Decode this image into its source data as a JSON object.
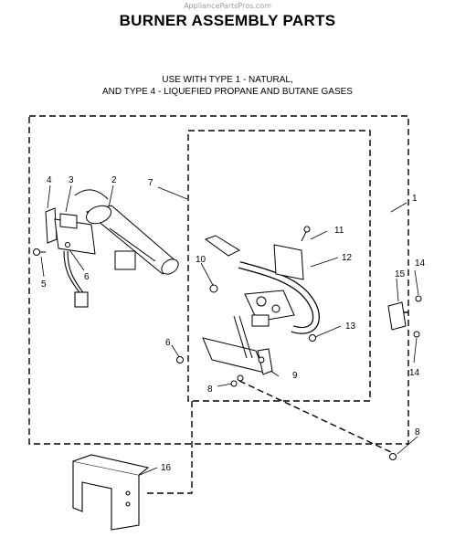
{
  "watermark": "AppliancePartsPros.com",
  "title": "BURNER ASSEMBLY PARTS",
  "subtitle_line1": "USE WITH TYPE 1 - NATURAL,",
  "subtitle_line2": "AND TYPE 4 - LIQUEFIED PROPANE AND BUTANE GASES",
  "callouts": {
    "c1": "1",
    "c2": "2",
    "c3": "3",
    "c4": "4",
    "c5": "5",
    "c6a": "6",
    "c6b": "6",
    "c7": "7",
    "c8a": "8",
    "c8b": "8",
    "c9": "9",
    "c10": "10",
    "c11": "11",
    "c12": "12",
    "c13": "13",
    "c14a": "14",
    "c14b": "14",
    "c15": "15",
    "c16": "16"
  }
}
